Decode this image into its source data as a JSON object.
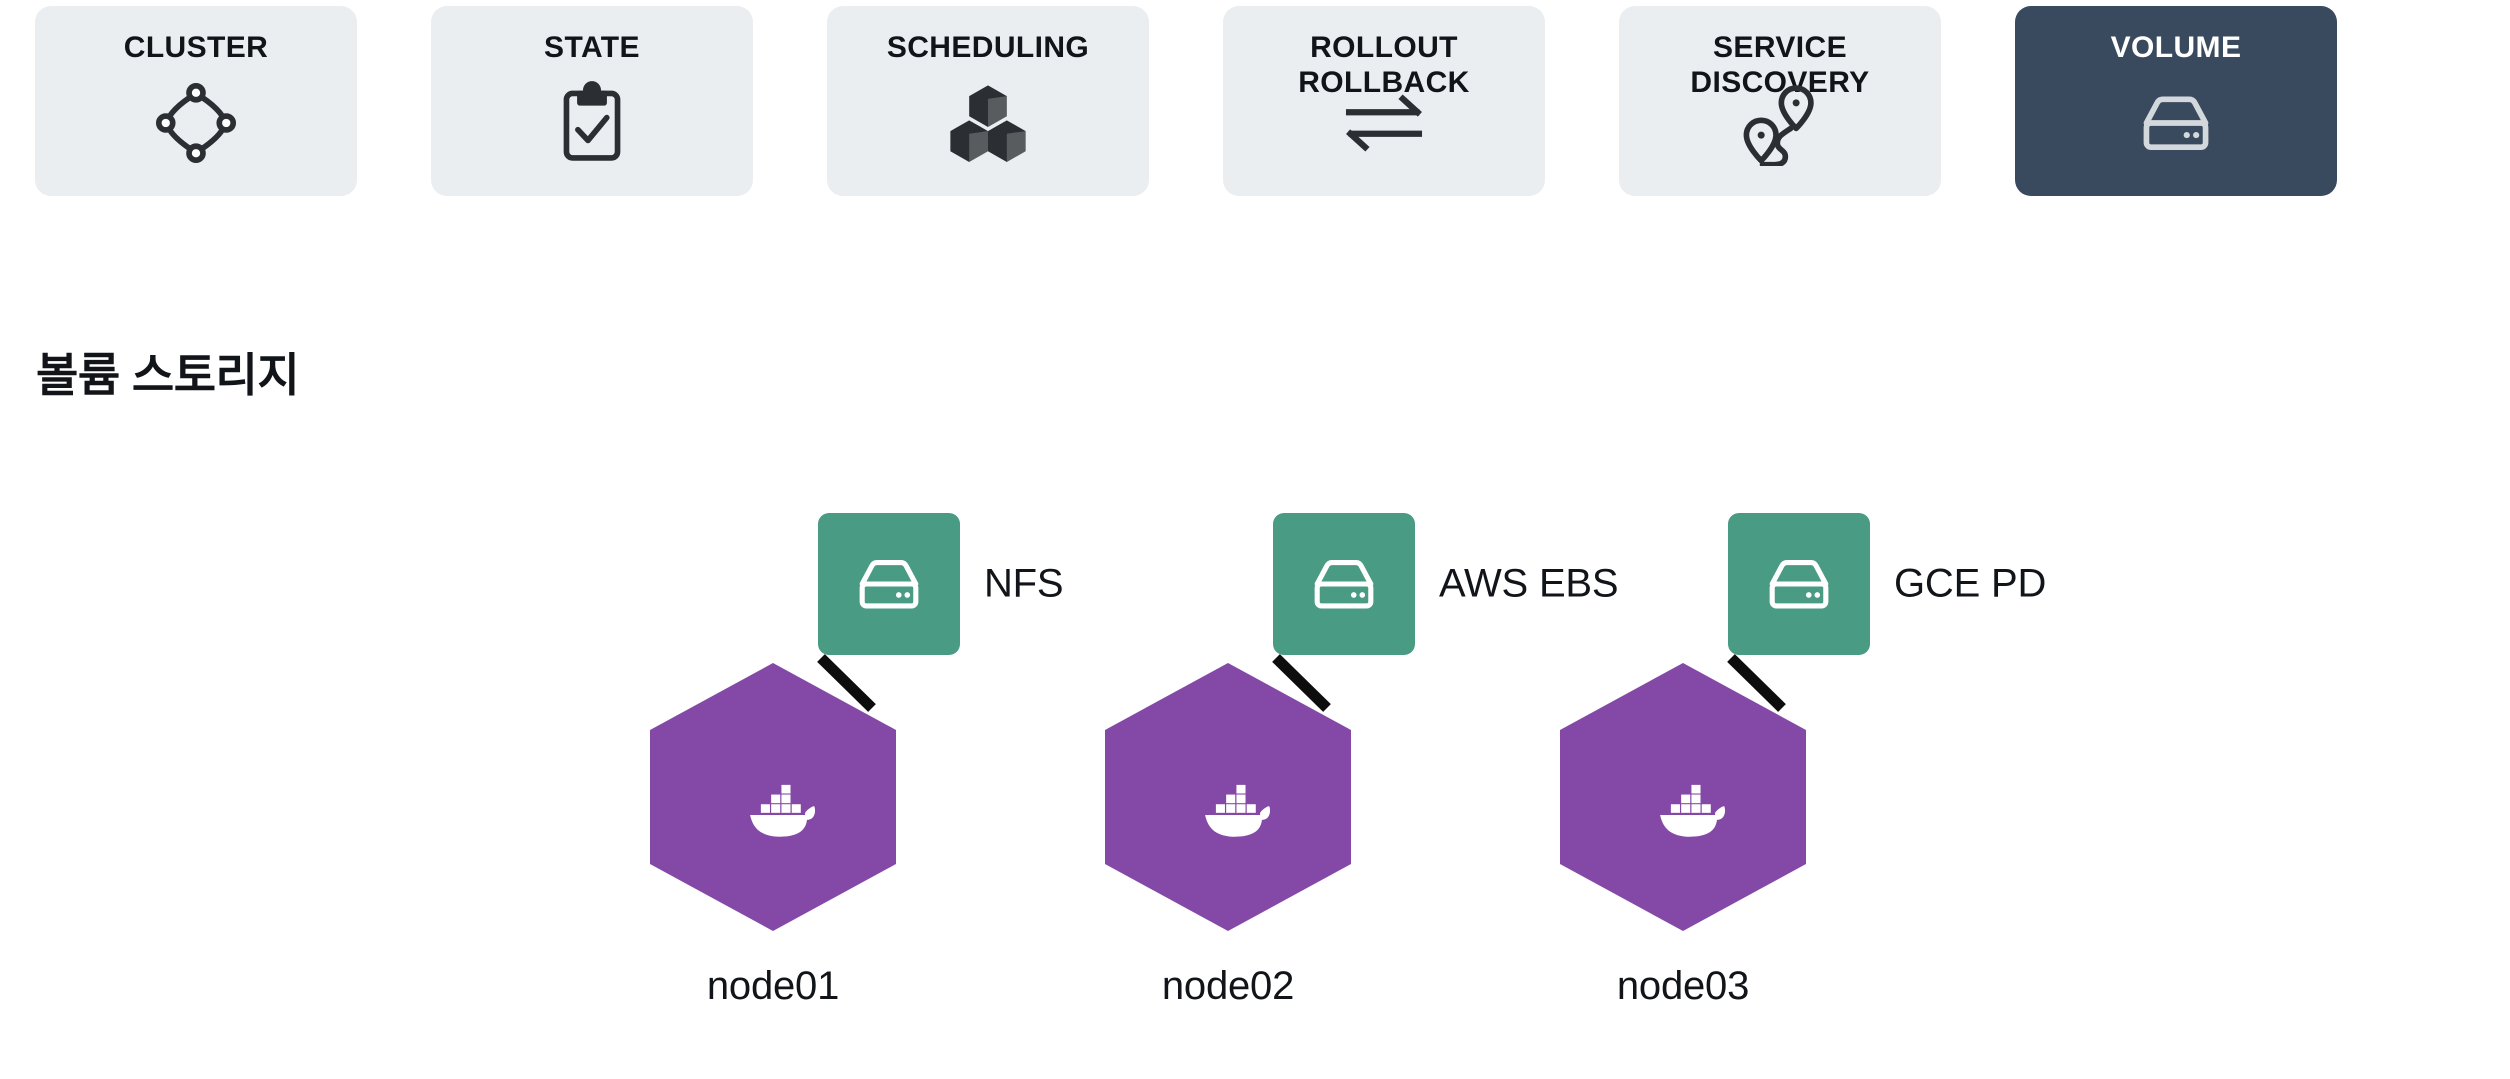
{
  "nav": {
    "cards": [
      {
        "label": "CLUSTER",
        "icon": "cluster-topology-icon",
        "active": false
      },
      {
        "label": "STATE",
        "icon": "clipboard-check-icon",
        "active": false
      },
      {
        "label": "SCHEDULING",
        "icon": "cubes-stack-icon",
        "active": false
      },
      {
        "label": "ROLLOUT\nROLLBACK",
        "icon": "exchange-arrows-icon",
        "active": false
      },
      {
        "label": "SERVICE\nDISCOVERY",
        "icon": "map-route-pins-icon",
        "active": false
      },
      {
        "label": "VOLUME",
        "icon": "hard-drive-icon",
        "active": true
      }
    ]
  },
  "section": {
    "title": "볼륨 스토리지"
  },
  "diagram": {
    "nodes": [
      {
        "node_label": "node01",
        "storage_label": "NFS",
        "storage_icon": "hard-drive-icon",
        "node_icon": "docker-whale-icon"
      },
      {
        "node_label": "node02",
        "storage_label": "AWS EBS",
        "storage_icon": "hard-drive-icon",
        "node_icon": "docker-whale-icon"
      },
      {
        "node_label": "node03",
        "storage_label": "GCE PD",
        "storage_icon": "hard-drive-icon",
        "node_icon": "docker-whale-icon"
      }
    ]
  },
  "colors": {
    "page_background": "#ffffff",
    "card_inactive": "#eaeef0",
    "card_active": "#3a4a5e",
    "icon_dark": "#2b2f33",
    "icon_light": "#d3d8dd",
    "storage_green": "#4a9b83",
    "node_purple": "#8449a6",
    "connector_black": "#0d0d0d",
    "text_dark": "#111418",
    "text_light": "#ffffff"
  }
}
